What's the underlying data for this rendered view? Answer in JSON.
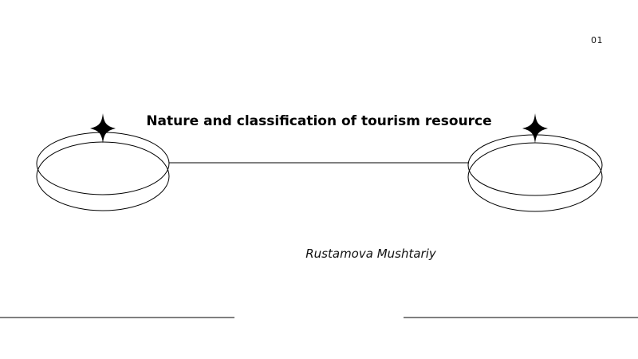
{
  "slide": {
    "page_number": "01",
    "title": "Nature and classification of tourism resource",
    "author": "Rustamova Mushtariy"
  },
  "icons": [
    "ring-left-icon",
    "ring-right-icon",
    "sparkle-star-icon"
  ],
  "colors": {
    "background": "#ffffff",
    "ink": "#000000"
  }
}
